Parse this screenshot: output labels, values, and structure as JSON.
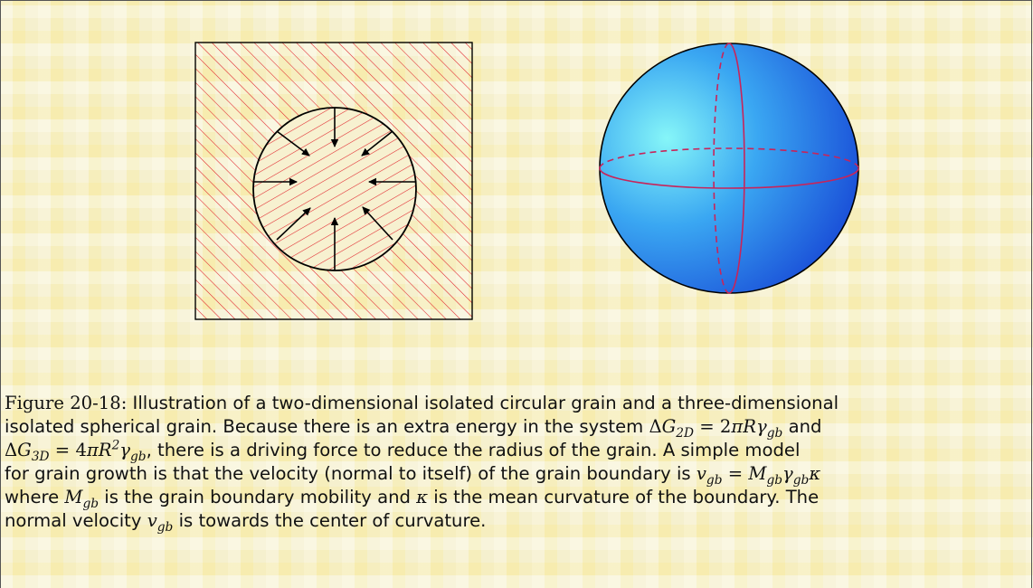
{
  "figure": {
    "label": "Figure 20-18:",
    "caption_lines": [
      {
        "parts": [
          {
            "t": "text",
            "v": "Illustration of a two-dimensional isolated circular grain and a three-dimensional"
          }
        ]
      },
      {
        "parts": [
          {
            "t": "text",
            "v": "isolated spherical grain. Because there is an extra energy in the system "
          },
          {
            "t": "math",
            "v": "ΔG_{2D} = 2πRγ_{gb}"
          },
          {
            "t": "text",
            "v": " and"
          }
        ]
      },
      {
        "parts": [
          {
            "t": "math",
            "v": "ΔG_{3D} = 4πR^{2}γ_{gb}"
          },
          {
            "t": "text",
            "v": ", there is a driving force to reduce the radius of the grain. A simple model"
          }
        ]
      },
      {
        "parts": [
          {
            "t": "text",
            "v": "for grain growth is that the velocity (normal to itself) of the grain boundary is "
          },
          {
            "t": "math",
            "v": "v_{gb} = M_{gb}γ_{gb}κ"
          }
        ]
      },
      {
        "parts": [
          {
            "t": "text",
            "v": "where "
          },
          {
            "t": "math",
            "v": "M_{gb}"
          },
          {
            "t": "text",
            "v": " is the grain boundary mobility and "
          },
          {
            "t": "math",
            "v": "κ"
          },
          {
            "t": "text",
            "v": " is the mean curvature of the boundary. The"
          }
        ]
      },
      {
        "parts": [
          {
            "t": "text",
            "v": "normal velocity "
          },
          {
            "t": "math",
            "v": "v_{gb}"
          },
          {
            "t": "text",
            "v": " is towards the center of curvature."
          }
        ]
      }
    ]
  },
  "colors": {
    "hatch": "#e0222a",
    "outline": "#000000",
    "sphere_light": "#7ef2f6",
    "sphere_dark": "#1e5fe0",
    "sphere_meridian": "#c8245a"
  }
}
